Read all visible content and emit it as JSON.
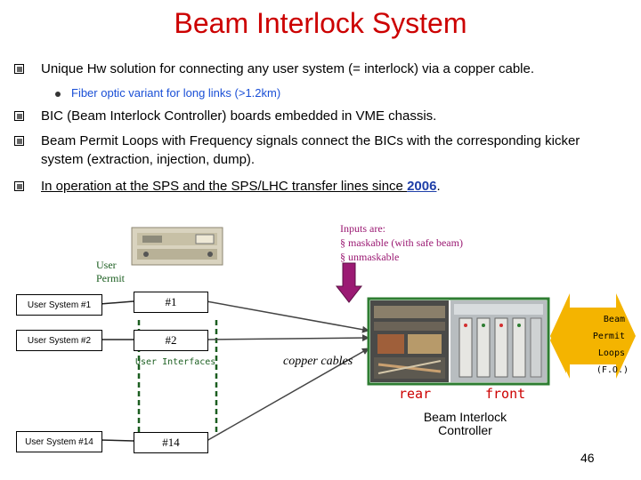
{
  "slide": {
    "title": "Beam Interlock System",
    "page_number": "46"
  },
  "bullets": [
    {
      "text": "Unique Hw solution for connecting any user system (= interlock) via a copper cable."
    },
    {
      "text": "BIC (Beam Interlock Controller) boards embedded in VME chassis."
    },
    {
      "text_line1": "Beam Permit Loops with Frequency signals connect the BICs with the corresponding kicker",
      "text_line2": "system (extraction, injection, dump)."
    },
    {
      "text_underlined": "In operation at the SPS and the SPS/LHC transfer lines since ",
      "year": "2006",
      "trailing": "."
    }
  ],
  "sub_bullet": "Fiber optic variant for long links (>1.2km)",
  "diagram": {
    "inputs_title": "Inputs are:",
    "inputs_items": [
      "maskable (with safe beam)",
      "unmaskable"
    ],
    "user_permit_line1": "User",
    "user_permit_line2": "Permit",
    "user_systems": [
      "User System #1",
      "User System #2",
      "User System #14"
    ],
    "interface_numbers": [
      "#1",
      "#2",
      "#14"
    ],
    "user_interfaces_label": "User Interfaces",
    "copper_cables_label": "copper cables",
    "rear_label": "rear",
    "front_label": "front",
    "bic_label_line1": "Beam Interlock",
    "bic_label_line2": "Controller",
    "loops_label": [
      "Beam",
      "Permit",
      "Loops",
      "(F.O.)"
    ],
    "colors": {
      "title_red": "#cc0000",
      "sub_blue": "#1a4fd6",
      "arrow_fill": "#9b1a73",
      "bic_outline": "#2e7d32",
      "double_arrow": "#f4b400",
      "dashed_green": "#1b5e20"
    }
  }
}
